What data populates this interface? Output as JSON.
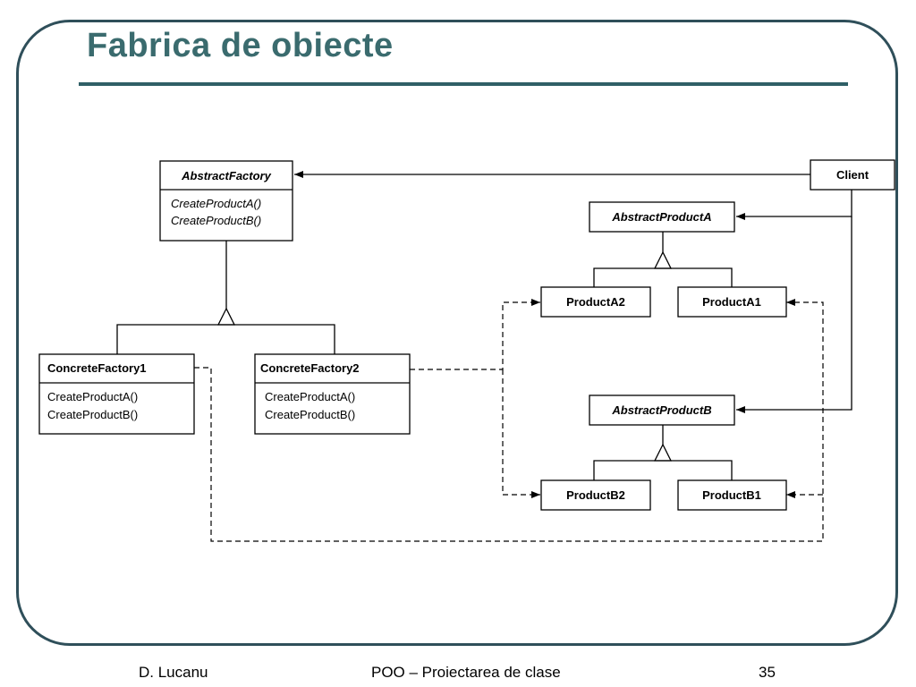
{
  "slide": {
    "title": "Fabrica de obiecte"
  },
  "diagram": {
    "abstract_factory": {
      "name": "AbstractFactory",
      "ops": [
        "CreateProductA()",
        "CreateProductB()"
      ]
    },
    "concrete_factory_1": {
      "name": "ConcreteFactory1",
      "ops": [
        "CreateProductA()",
        "CreateProductB()"
      ]
    },
    "concrete_factory_2": {
      "name": "ConcreteFactory2",
      "ops": [
        "CreateProductA()",
        "CreateProductB()"
      ]
    },
    "client": {
      "name": "Client"
    },
    "abstract_product_a": {
      "name": "AbstractProductA"
    },
    "product_a2": {
      "name": "ProductA2"
    },
    "product_a1": {
      "name": "ProductA1"
    },
    "abstract_product_b": {
      "name": "AbstractProductB"
    },
    "product_b2": {
      "name": "ProductB2"
    },
    "product_b1": {
      "name": "ProductB1"
    }
  },
  "footer": {
    "author": "D. Lucanu",
    "course": "POO – Proiectarea de clase",
    "page": "35"
  },
  "colors": {
    "frame": "#2f4f5a",
    "title": "#3a6b6e",
    "rule": "#2f5f66"
  }
}
